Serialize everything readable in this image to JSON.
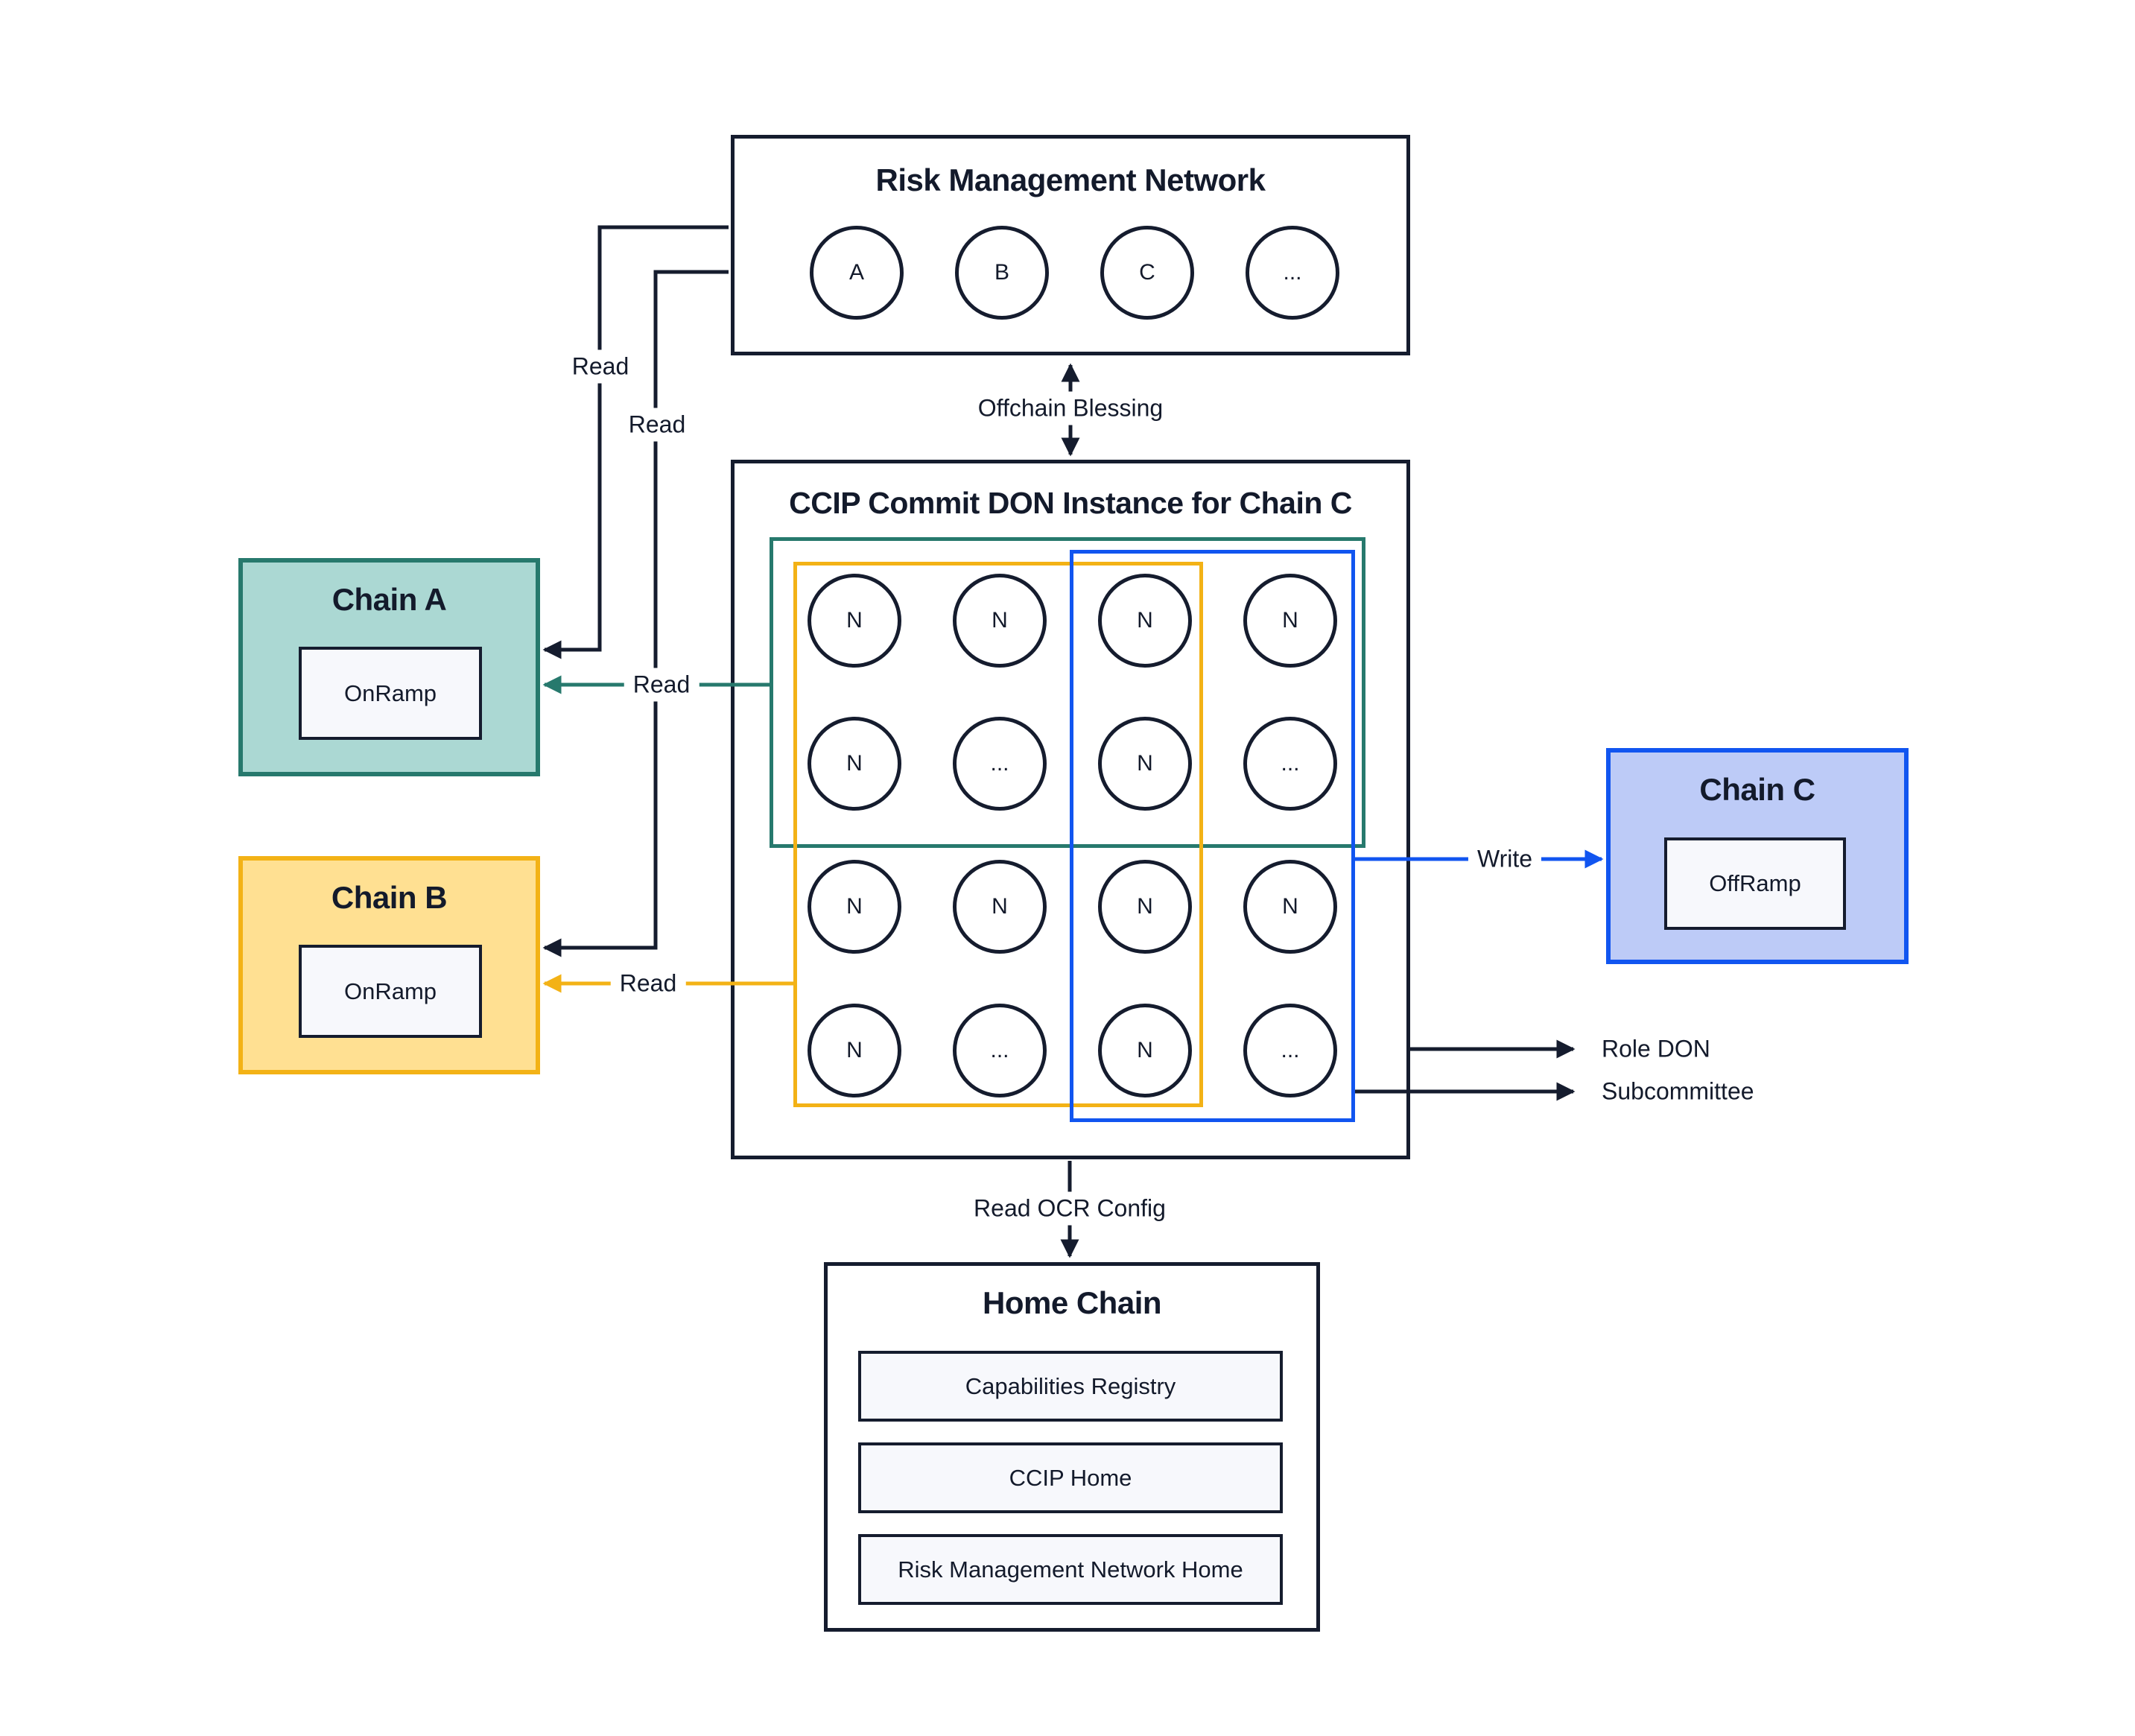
{
  "colors": {
    "ink": "#131a2b",
    "navy": "#151c2e",
    "teal": "#27796d",
    "teal_fill": "#abd8d3",
    "amber": "#f3b216",
    "amber_fill": "#ffe092",
    "blue": "#1155f0",
    "blue_fill": "#bdcbf7",
    "panel_fill": "#f7f8fc",
    "background": "#ffffff"
  },
  "rmn": {
    "title": "Risk Management Network",
    "nodes": [
      "A",
      "B",
      "C",
      "..."
    ]
  },
  "don": {
    "title": "CCIP Commit DON Instance for Chain C",
    "nodes": [
      "N",
      "N",
      "N",
      "N",
      "N",
      "...",
      "N",
      "...",
      "N",
      "N",
      "N",
      "N",
      "N",
      "...",
      "N",
      "..."
    ]
  },
  "chain_a": {
    "title": "Chain A",
    "contract": "OnRamp"
  },
  "chain_b": {
    "title": "Chain B",
    "contract": "OnRamp"
  },
  "chain_c": {
    "title": "Chain C",
    "contract": "OffRamp"
  },
  "home": {
    "title": "Home Chain",
    "contracts": [
      "Capabilities Registry",
      "CCIP Home",
      "Risk Management Network Home"
    ]
  },
  "edges": {
    "offchain_blessing": "Offchain Blessing",
    "rmn_read_a": "Read",
    "rmn_read_b": "Read",
    "don_read_a": "Read",
    "don_read_b": "Read",
    "don_write_c": "Write",
    "role_don": "Role DON",
    "subcommittee": "Subcommittee",
    "read_ocr_config": "Read OCR Config"
  }
}
